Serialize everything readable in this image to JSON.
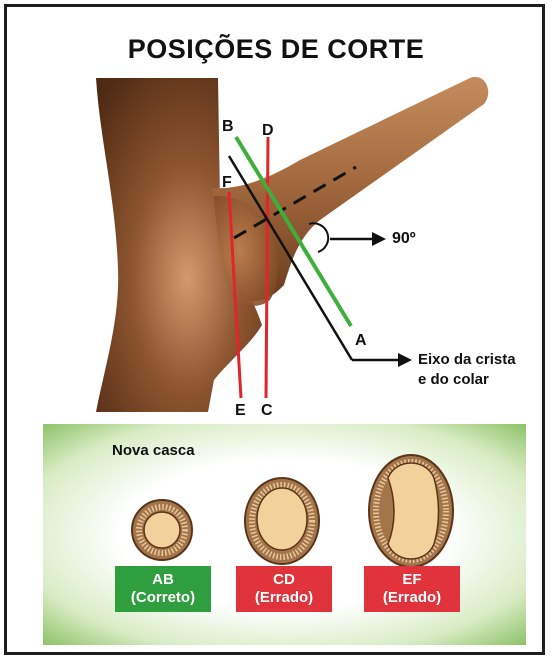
{
  "title": "POSIÇÕES DE CORTE",
  "cut_points": {
    "B": "B",
    "D": "D",
    "F": "F",
    "A": "A",
    "E": "E",
    "C": "C"
  },
  "annotations": {
    "angle": "90º",
    "axis_line1": "Eixo da crista",
    "axis_line2": "e do colar"
  },
  "cross_sections": {
    "new_bark_label": "Nova casca",
    "items": [
      {
        "code": "AB",
        "verdict": "(Correto)"
      },
      {
        "code": "CD",
        "verdict": "(Errado)"
      },
      {
        "code": "EF",
        "verdict": "(Errado)"
      }
    ]
  },
  "colors": {
    "trunk": "#6b3a1f",
    "correct_line": "#3fae3a",
    "wrong_line": "#e0262a",
    "axis_line": "#111111",
    "correct_badge": "#2e9e3e",
    "wrong_badge": "#e0333c",
    "panel_glow": "#8cc267",
    "section_ring": "#a3754b",
    "section_core": "#f2d29a"
  }
}
